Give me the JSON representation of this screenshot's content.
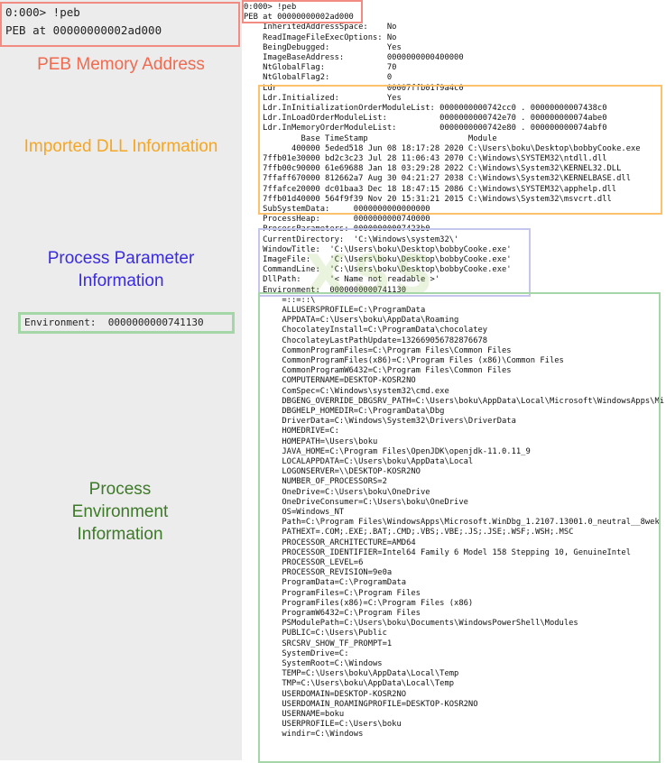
{
  "left_panel": {
    "zoom_line1": "0:000> !peb",
    "zoom_line2": "PEB at 00000000002ad000",
    "callout_peb": "PEB Memory Address",
    "callout_dll": "Imported DLL Information",
    "callout_param": "Process Parameter Information",
    "env_zoom": "Environment:  0000000000741130",
    "callout_env": "Process Environment Information",
    "colors": {
      "peb": "#f06a4f",
      "dll": "#f5a623",
      "param": "#3a2be0",
      "env": "#3d7a28"
    }
  },
  "watermark": "XSS",
  "terminal": {
    "lines": [
      "0:000> !peb",
      "PEB at 00000000002ad000",
      "    InheritedAddressSpace:    No",
      "    ReadImageFileExecOptions: No",
      "    BeingDebugged:            Yes",
      "    ImageBaseAddress:         0000000000400000",
      "    NtGlobalFlag:             70",
      "    NtGlobalFlag2:            0",
      "    Ldr                       00007ffb01f9a4c0",
      "    Ldr.Initialized:          Yes",
      "    Ldr.InInitializationOrderModuleList: 0000000000742cc0 . 00000000007438c0",
      "    Ldr.InLoadOrderModuleList:           0000000000742e70 . 000000000074abe0",
      "    Ldr.InMemoryOrderModuleList:         0000000000742e80 . 000000000074abf0",
      "            Base TimeStamp                     Module",
      "          400000 5eded518 Jun 08 18:17:28 2020 C:\\Users\\boku\\Desktop\\bobbyCooke.exe",
      "    7ffb01e30000 bd2c3c23 Jul 28 11:06:43 2070 C:\\Windows\\SYSTEM32\\ntdll.dll",
      "    7ffb00c90000 61e69688 Jan 18 03:29:28 2022 C:\\Windows\\System32\\KERNEL32.DLL",
      "    7ffaff670000 812662a7 Aug 30 04:21:27 2038 C:\\Windows\\System32\\KERNELBASE.dll",
      "    7ffafce20000 dc01baa3 Dec 18 18:47:15 2086 C:\\Windows\\SYSTEM32\\apphelp.dll",
      "    7ffb01d40000 564f9f39 Nov 20 15:31:21 2015 C:\\Windows\\System32\\msvcrt.dll",
      "    SubSystemData:     0000000000000000",
      "    ProcessHeap:       0000000000740000",
      "    ProcessParameters: 00000000007423b0",
      "    CurrentDirectory:  'C:\\Windows\\system32\\'",
      "    WindowTitle:  'C:\\Users\\boku\\Desktop\\bobbyCooke.exe'",
      "    ImageFile:    'C:\\Users\\boku\\Desktop\\bobbyCooke.exe'",
      "    CommandLine:  'C:\\Users\\boku\\Desktop\\bobbyCooke.exe'",
      "    DllPath:      '< Name not readable >'",
      "    Environment:  0000000000741130",
      "        =::=::\\",
      "        ALLUSERSPROFILE=C:\\ProgramData",
      "        APPDATA=C:\\Users\\boku\\AppData\\Roaming",
      "        ChocolateyInstall=C:\\ProgramData\\chocolatey",
      "        ChocolateyLastPathUpdate=132669056782876678",
      "        CommonProgramFiles=C:\\Program Files\\Common Files",
      "        CommonProgramFiles(x86)=C:\\Program Files (x86)\\Common Files",
      "        CommonProgramW6432=C:\\Program Files\\Common Files",
      "        COMPUTERNAME=DESKTOP-KOSR2NO",
      "        ComSpec=C:\\Windows\\system32\\cmd.exe",
      "        DBGENG_OVERRIDE_DBGSRV_PATH=C:\\Users\\boku\\AppData\\Local\\Microsoft\\WindowsApps\\Mi",
      "        DBGHELP_HOMEDIR=C:\\ProgramData\\Dbg",
      "        DriverData=C:\\Windows\\System32\\Drivers\\DriverData",
      "        HOMEDRIVE=C:",
      "        HOMEPATH=\\Users\\boku",
      "        JAVA_HOME=C:\\Program Files\\OpenJDK\\openjdk-11.0.11_9",
      "        LOCALAPPDATA=C:\\Users\\boku\\AppData\\Local",
      "        LOGONSERVER=\\\\DESKTOP-KOSR2NO",
      "        NUMBER_OF_PROCESSORS=2",
      "        OneDrive=C:\\Users\\boku\\OneDrive",
      "        OneDriveConsumer=C:\\Users\\boku\\OneDrive",
      "        OS=Windows_NT",
      "        Path=C:\\Program Files\\WindowsApps\\Microsoft.WinDbg_1.2107.13001.0_neutral__8wek",
      "        PATHEXT=.COM;.EXE;.BAT;.CMD;.VBS;.VBE;.JS;.JSE;.WSF;.WSH;.MSC",
      "        PROCESSOR_ARCHITECTURE=AMD64",
      "        PROCESSOR_IDENTIFIER=Intel64 Family 6 Model 158 Stepping 10, GenuineIntel",
      "        PROCESSOR_LEVEL=6",
      "        PROCESSOR_REVISION=9e0a",
      "        ProgramData=C:\\ProgramData",
      "        ProgramFiles=C:\\Program Files",
      "        ProgramFiles(x86)=C:\\Program Files (x86)",
      "        ProgramW6432=C:\\Program Files",
      "        PSModulePath=C:\\Users\\boku\\Documents\\WindowsPowerShell\\Modules",
      "        PUBLIC=C:\\Users\\Public",
      "        SRCSRV_SHOW_TF_PROMPT=1",
      "        SystemDrive=C:",
      "        SystemRoot=C:\\Windows",
      "        TEMP=C:\\Users\\boku\\AppData\\Local\\Temp",
      "        TMP=C:\\Users\\boku\\AppData\\Local\\Temp",
      "        USERDOMAIN=DESKTOP-KOSR2NO",
      "        USERDOMAIN_ROAMINGPROFILE=DESKTOP-KOSR2NO",
      "        USERNAME=boku",
      "        USERPROFILE=C:\\Users\\boku",
      "        windir=C:\\Windows"
    ]
  }
}
